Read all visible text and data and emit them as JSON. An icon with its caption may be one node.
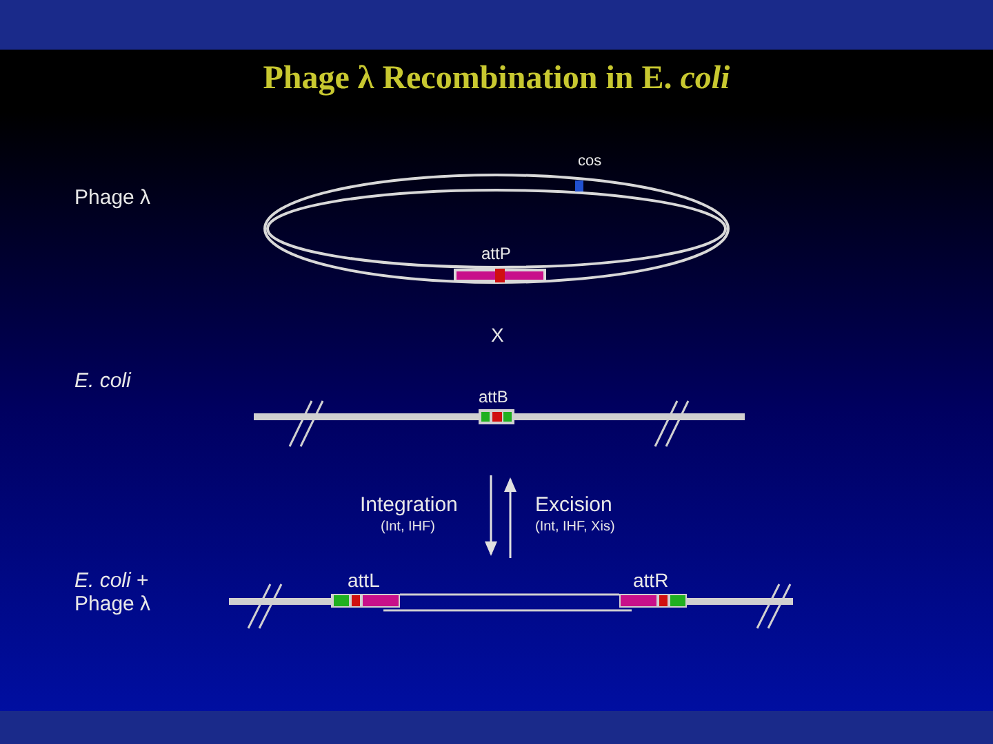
{
  "diagram": {
    "title": "Phage λ Recombination in E. *coli*",
    "labels": [
      "cos",
      "Phage λ",
      "attP",
      "X",
      "E. coli",
      "attB",
      "Integration",
      "Excision",
      "(Int, IHF)",
      "(Int, IHF, Xis)",
      "*E. coli* + Phage λ",
      "attL",
      "attR"
    ]
  }
}
